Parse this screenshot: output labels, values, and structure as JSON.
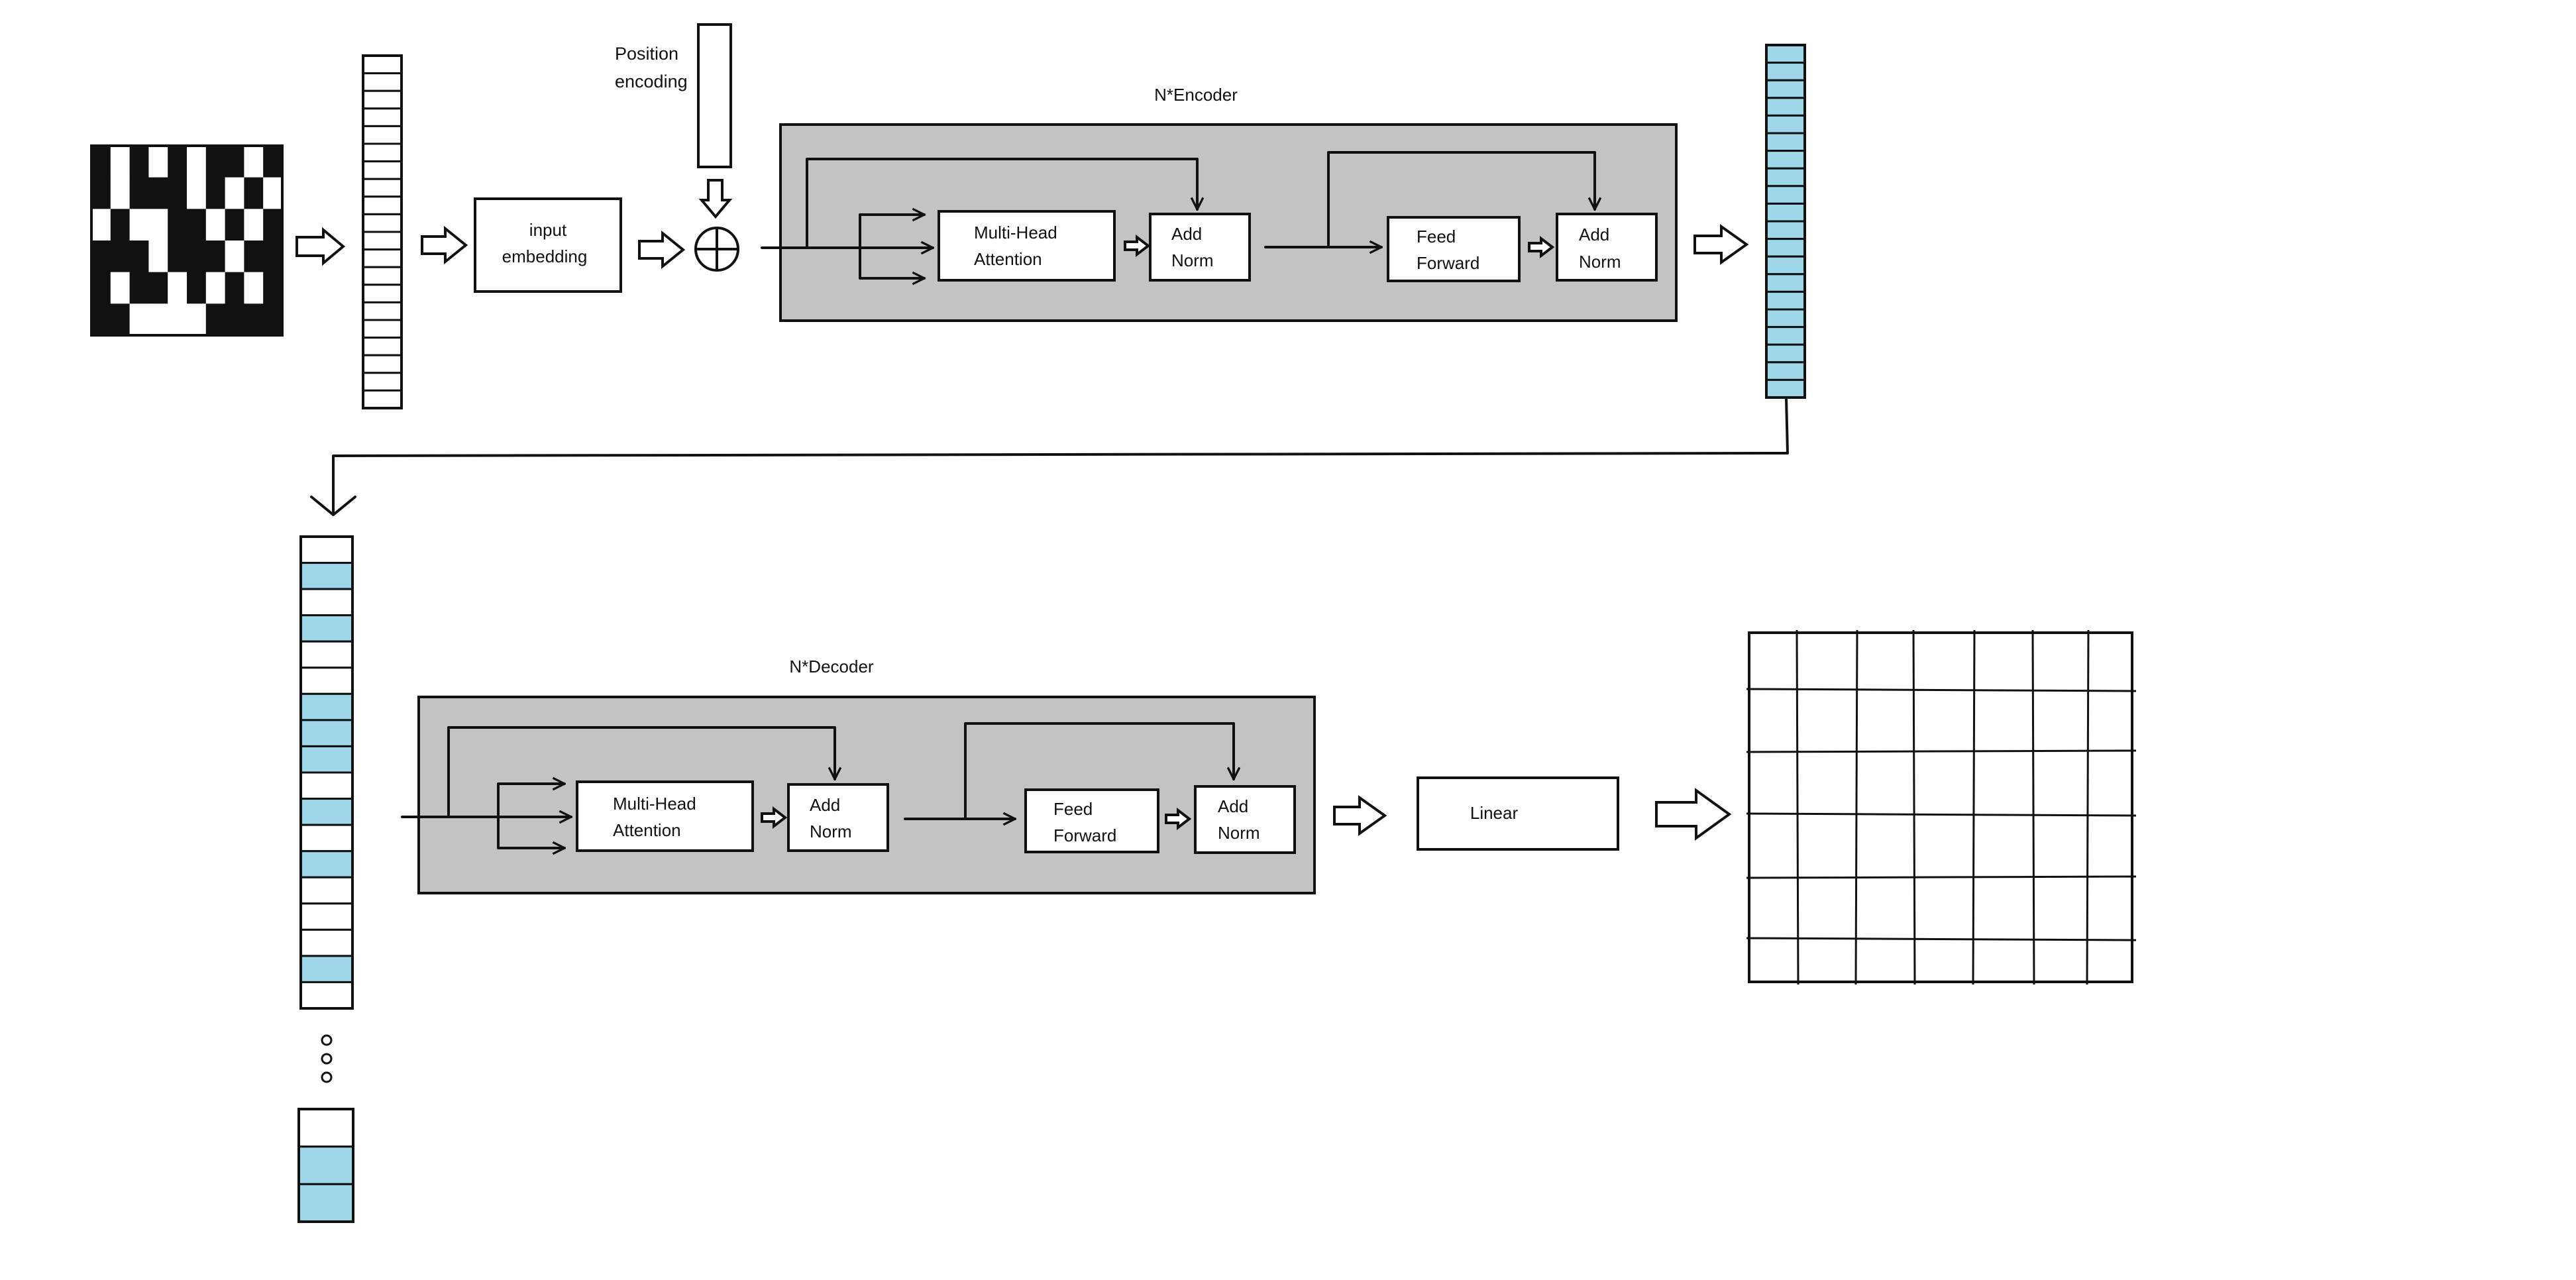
{
  "colors": {
    "panel_fill": "#c3c3c3",
    "cell_highlight": "#9ed7e8",
    "stroke": "#111111",
    "background": "#ffffff"
  },
  "input": {
    "binary_grid": [
      [
        1,
        0,
        1,
        0,
        1,
        0,
        1,
        1,
        0,
        1
      ],
      [
        1,
        0,
        1,
        1,
        1,
        0,
        1,
        0,
        1,
        0
      ],
      [
        0,
        1,
        0,
        0,
        1,
        1,
        0,
        1,
        0,
        1
      ],
      [
        1,
        1,
        1,
        0,
        1,
        1,
        1,
        0,
        1,
        1
      ],
      [
        1,
        0,
        1,
        1,
        0,
        1,
        0,
        1,
        0,
        1
      ],
      [
        1,
        1,
        0,
        0,
        0,
        0,
        1,
        1,
        1,
        1
      ]
    ],
    "embedding_label_line1": "input",
    "embedding_label_line2": "embedding"
  },
  "position_encoding": {
    "label_line1": "Position",
    "label_line2": "encoding",
    "add_symbol": "⊕"
  },
  "encoder": {
    "title": "N*Encoder",
    "attention_line1": "Multi-Head",
    "attention_line2": "Attention",
    "add_norm1_line1": "Add",
    "add_norm1_line2": "Norm",
    "feed_forward_line1": "Feed",
    "feed_forward_line2": "Forward",
    "add_norm2_line1": "Add",
    "add_norm2_line2": "Norm"
  },
  "encoder_output": {
    "cell_count": 20,
    "all_highlighted": true
  },
  "decoder_input": {
    "main_cells": [
      0,
      1,
      0,
      1,
      0,
      0,
      1,
      1,
      1,
      0,
      1,
      0,
      1,
      0,
      0,
      0,
      1,
      0
    ],
    "ellipsis_dots": 3,
    "tail_cells": [
      0,
      1,
      1
    ]
  },
  "decoder": {
    "title": "N*Decoder",
    "attention_line1": "Multi-Head",
    "attention_line2": "Attention",
    "add_norm1_line1": "Add",
    "add_norm1_line2": "Norm",
    "feed_forward_line1": "Feed",
    "feed_forward_line2": "Forward",
    "add_norm2_line1": "Add",
    "add_norm2_line2": "Norm"
  },
  "linear": {
    "label": "Linear"
  },
  "output_grid": {
    "rows": 6,
    "cols": 7
  }
}
